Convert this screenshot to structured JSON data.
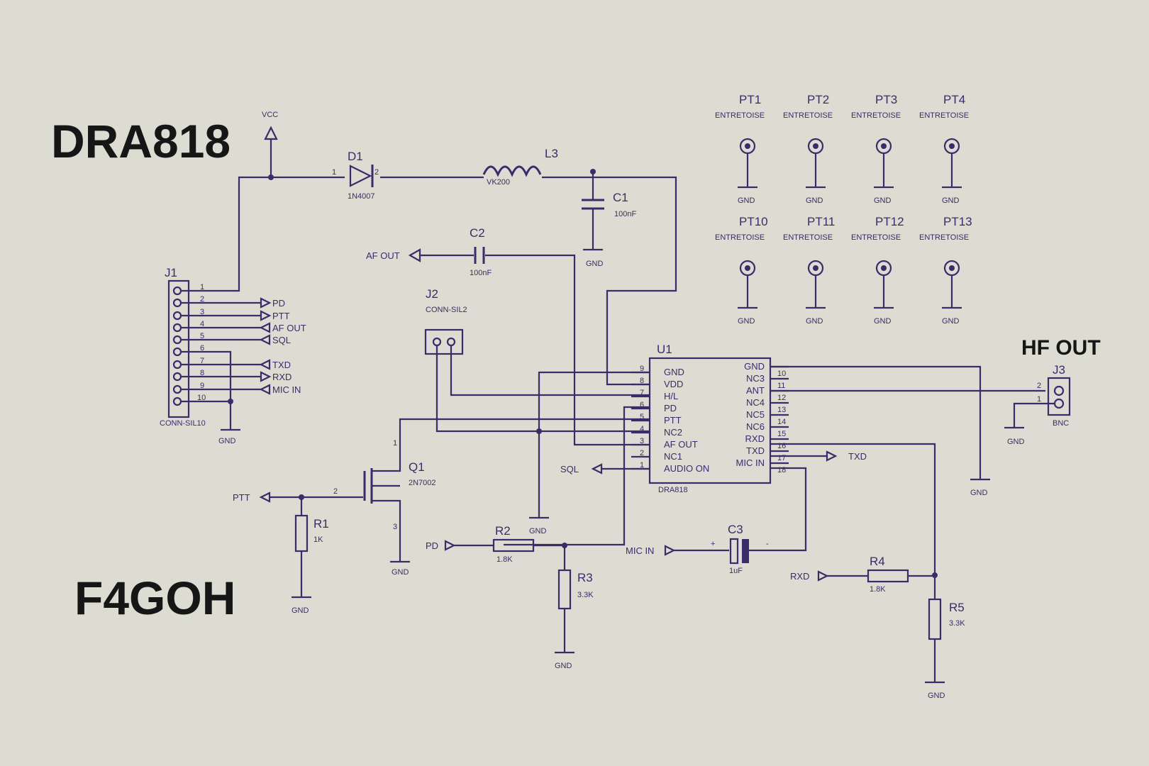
{
  "titles": {
    "top": "DRA818",
    "bottom": "F4GOH",
    "hf_out": "HF OUT"
  },
  "labels": {
    "vcc": "VCC",
    "gnd": "GND",
    "af_out": "AF OUT",
    "pd": "PD",
    "ptt": "PTT",
    "sql": "SQL",
    "txd": "TXD",
    "rxd": "RXD",
    "mic_in": "MIC IN"
  },
  "components": {
    "d1": {
      "ref": "D1",
      "value": "1N4007",
      "pin1": "1",
      "pin2": "2"
    },
    "l3": {
      "ref": "L3",
      "value": "VK200"
    },
    "c1": {
      "ref": "C1",
      "value": "100nF"
    },
    "c2": {
      "ref": "C2",
      "value": "100nF"
    },
    "c3": {
      "ref": "C3",
      "value": "1uF",
      "plus": "+",
      "minus": "-"
    },
    "r1": {
      "ref": "R1",
      "value": "1K"
    },
    "r2": {
      "ref": "R2",
      "value": "1.8K"
    },
    "r3": {
      "ref": "R3",
      "value": "3.3K"
    },
    "r4": {
      "ref": "R4",
      "value": "1.8K"
    },
    "r5": {
      "ref": "R5",
      "value": "3.3K"
    },
    "q1": {
      "ref": "Q1",
      "value": "2N7002",
      "pin1": "1",
      "pin2": "2",
      "pin3": "3"
    },
    "j1": {
      "ref": "J1",
      "value": "CONN-SIL10",
      "pins": [
        "1",
        "2",
        "3",
        "4",
        "5",
        "6",
        "7",
        "8",
        "9",
        "10"
      ]
    },
    "j2": {
      "ref": "J2",
      "value": "CONN-SIL2"
    },
    "j3": {
      "ref": "J3",
      "value": "BNC",
      "pin1": "1",
      "pin2": "2"
    },
    "u1": {
      "ref": "U1",
      "value": "DRA818",
      "left_pins": [
        {
          "num": "9",
          "name": "GND"
        },
        {
          "num": "8",
          "name": "VDD"
        },
        {
          "num": "7",
          "name": "H/L"
        },
        {
          "num": "6",
          "name": "PD"
        },
        {
          "num": "5",
          "name": "PTT"
        },
        {
          "num": "4",
          "name": "NC2"
        },
        {
          "num": "3",
          "name": "AF OUT"
        },
        {
          "num": "2",
          "name": "NC1"
        },
        {
          "num": "1",
          "name": "AUDIO ON"
        }
      ],
      "right_pins": [
        {
          "num": "10",
          "name": "GND"
        },
        {
          "num": "11",
          "name": "NC3"
        },
        {
          "num": "12",
          "name": "ANT"
        },
        {
          "num": "13",
          "name": "NC4"
        },
        {
          "num": "14",
          "name": "NC5"
        },
        {
          "num": "15",
          "name": "NC6"
        },
        {
          "num": "16",
          "name": "RXD"
        },
        {
          "num": "17",
          "name": "TXD"
        },
        {
          "num": "18",
          "name": "MIC IN"
        }
      ]
    }
  },
  "standoffs": [
    {
      "ref": "PT1",
      "label": "ENTRETOISE"
    },
    {
      "ref": "PT2",
      "label": "ENTRETOISE"
    },
    {
      "ref": "PT3",
      "label": "ENTRETOISE"
    },
    {
      "ref": "PT4",
      "label": "ENTRETOISE"
    },
    {
      "ref": "PT10",
      "label": "ENTRETOISE"
    },
    {
      "ref": "PT11",
      "label": "ENTRETOISE"
    },
    {
      "ref": "PT12",
      "label": "ENTRETOISE"
    },
    {
      "ref": "PT13",
      "label": "ENTRETOISE"
    }
  ]
}
